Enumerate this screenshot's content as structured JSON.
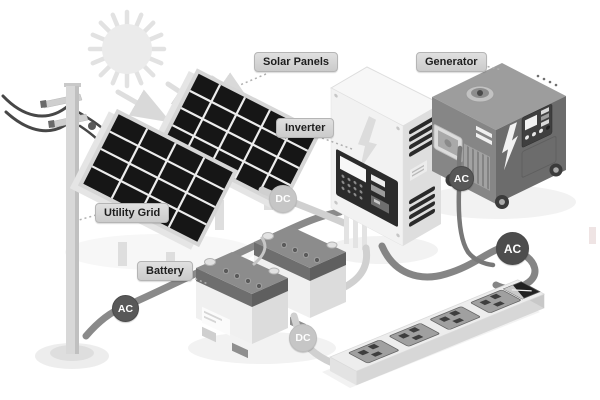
{
  "labels": {
    "solar_panels": "Solar Panels",
    "generator": "Generator",
    "inverter": "Inverter",
    "utility_grid": "Utility Grid",
    "battery": "Battery"
  },
  "badges": {
    "dc_solar": "DC",
    "dc_battery": "DC",
    "ac_grid": "AC",
    "ac_generator": "AC",
    "ac_outlet": "AC"
  },
  "icons": {
    "sun": "sun-rays",
    "inverter_bolt": "lightning",
    "generator_bolt": "lightning"
  },
  "colors": {
    "background": "#ffffff",
    "label_bg": "#d6d6d6",
    "label_text": "#1e1e1e",
    "badge_dc_bg": "#c6c6c6",
    "badge_ac_bg": "#545454",
    "badge_text": "#ffffff",
    "solar_cell": "#161616",
    "wire_dc": "#d0d0d0",
    "wire_ac": "#8a8a8a"
  }
}
